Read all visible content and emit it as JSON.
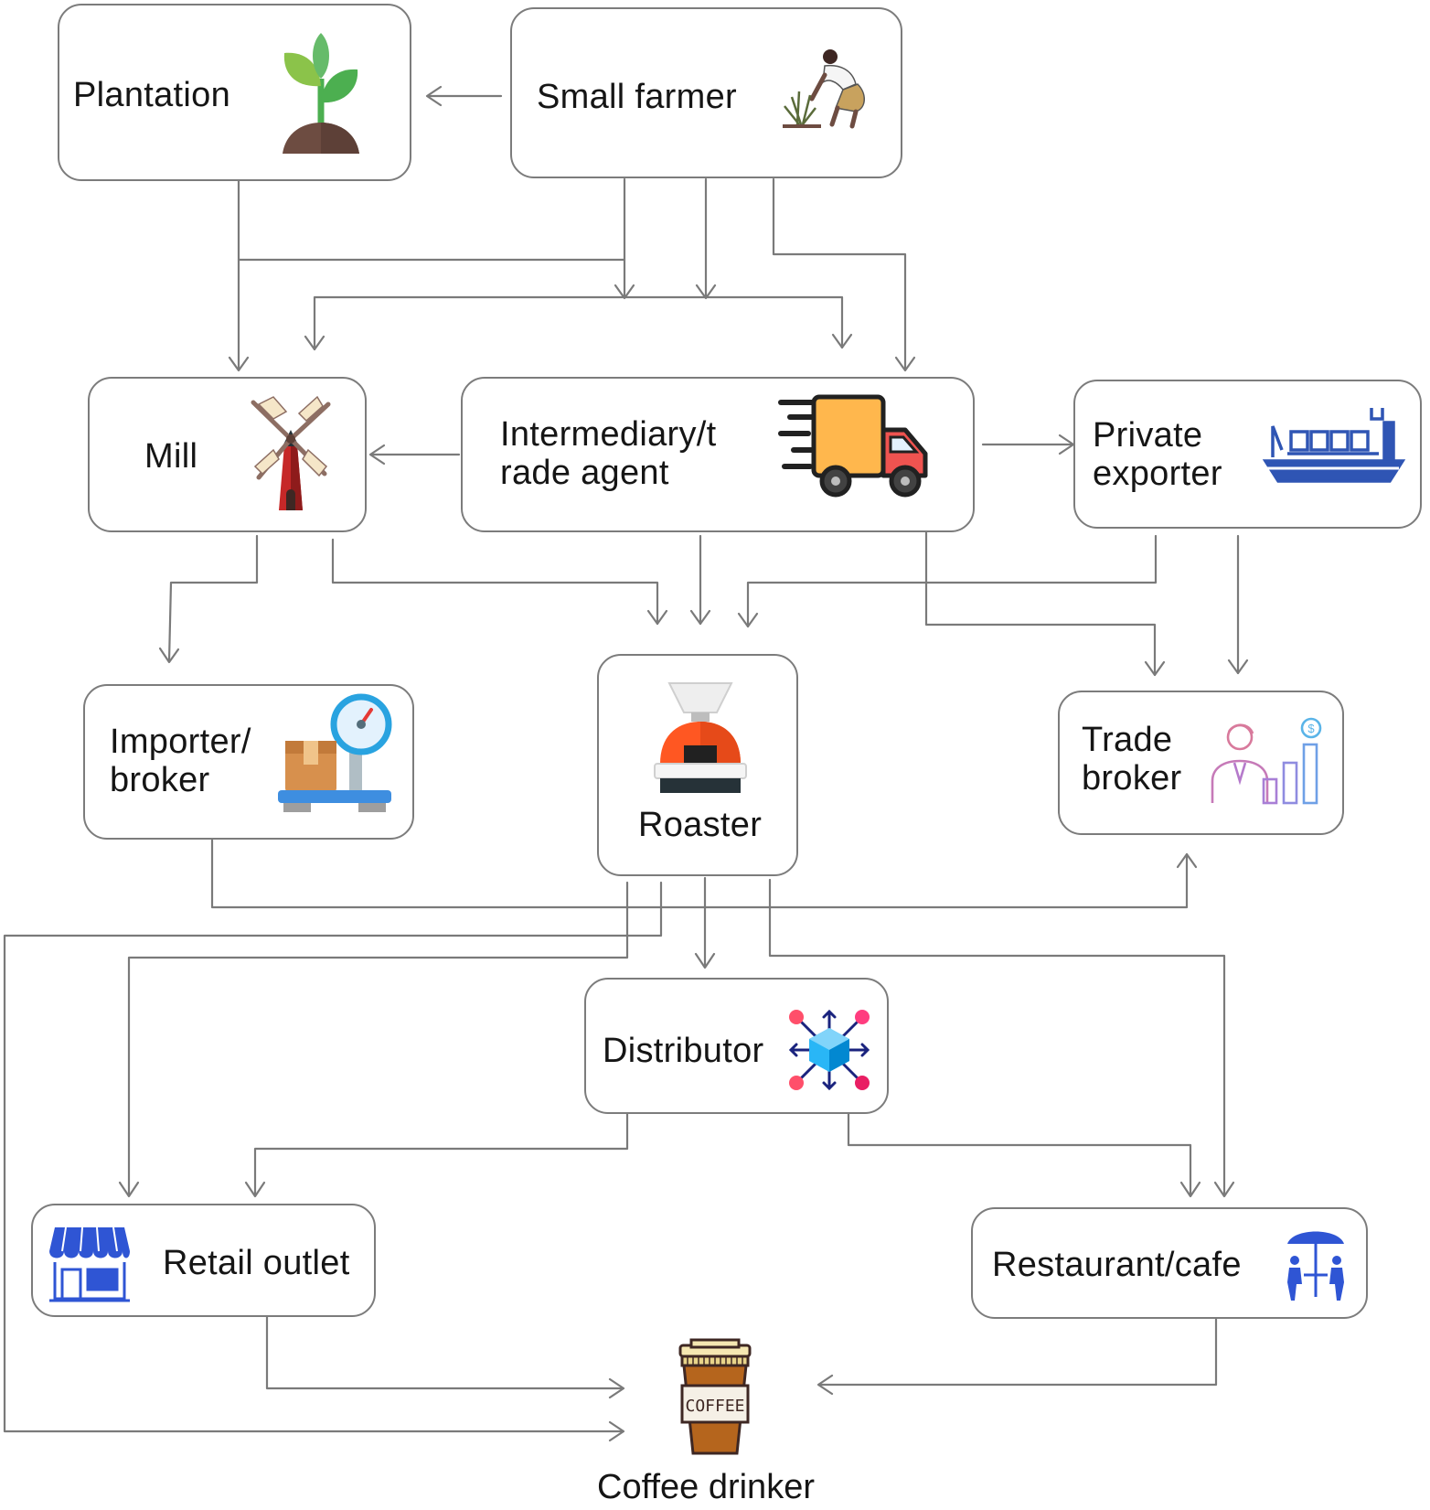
{
  "nodes": {
    "plantation": {
      "label": "Plantation",
      "icon": "seedling-icon"
    },
    "small_farmer": {
      "label": "Small farmer",
      "icon": "farmer-planting-icon"
    },
    "mill": {
      "label": "Mill",
      "icon": "windmill-icon"
    },
    "intermediary": {
      "label_line1": "Intermediary/t",
      "label_line2": "rade agent",
      "icon": "delivery-truck-icon"
    },
    "private_exporter": {
      "label_line1": "Private",
      "label_line2": "exporter",
      "icon": "cargo-ship-icon"
    },
    "importer_broker": {
      "label_line1": "Importer/",
      "label_line2": "broker",
      "icon": "weighing-scale-icon"
    },
    "roaster": {
      "label": "Roaster",
      "icon": "coffee-roaster-icon"
    },
    "trade_broker": {
      "label_line1": "Trade",
      "label_line2": "broker",
      "icon": "businessman-chart-icon"
    },
    "distributor": {
      "label": "Distributor",
      "icon": "distribution-hub-icon"
    },
    "retail_outlet": {
      "label": "Retail outlet",
      "icon": "storefront-icon"
    },
    "restaurant_cafe": {
      "label": "Restaurant/cafe",
      "icon": "cafe-umbrella-table-icon"
    },
    "coffee_drinker": {
      "label": "Coffee drinker",
      "icon": "coffee-cup-icon",
      "cup_text": "COFFEE"
    }
  },
  "colors": {
    "box_border": "#7c7c7c",
    "connector": "#7a7a7a",
    "text": "#151515"
  }
}
